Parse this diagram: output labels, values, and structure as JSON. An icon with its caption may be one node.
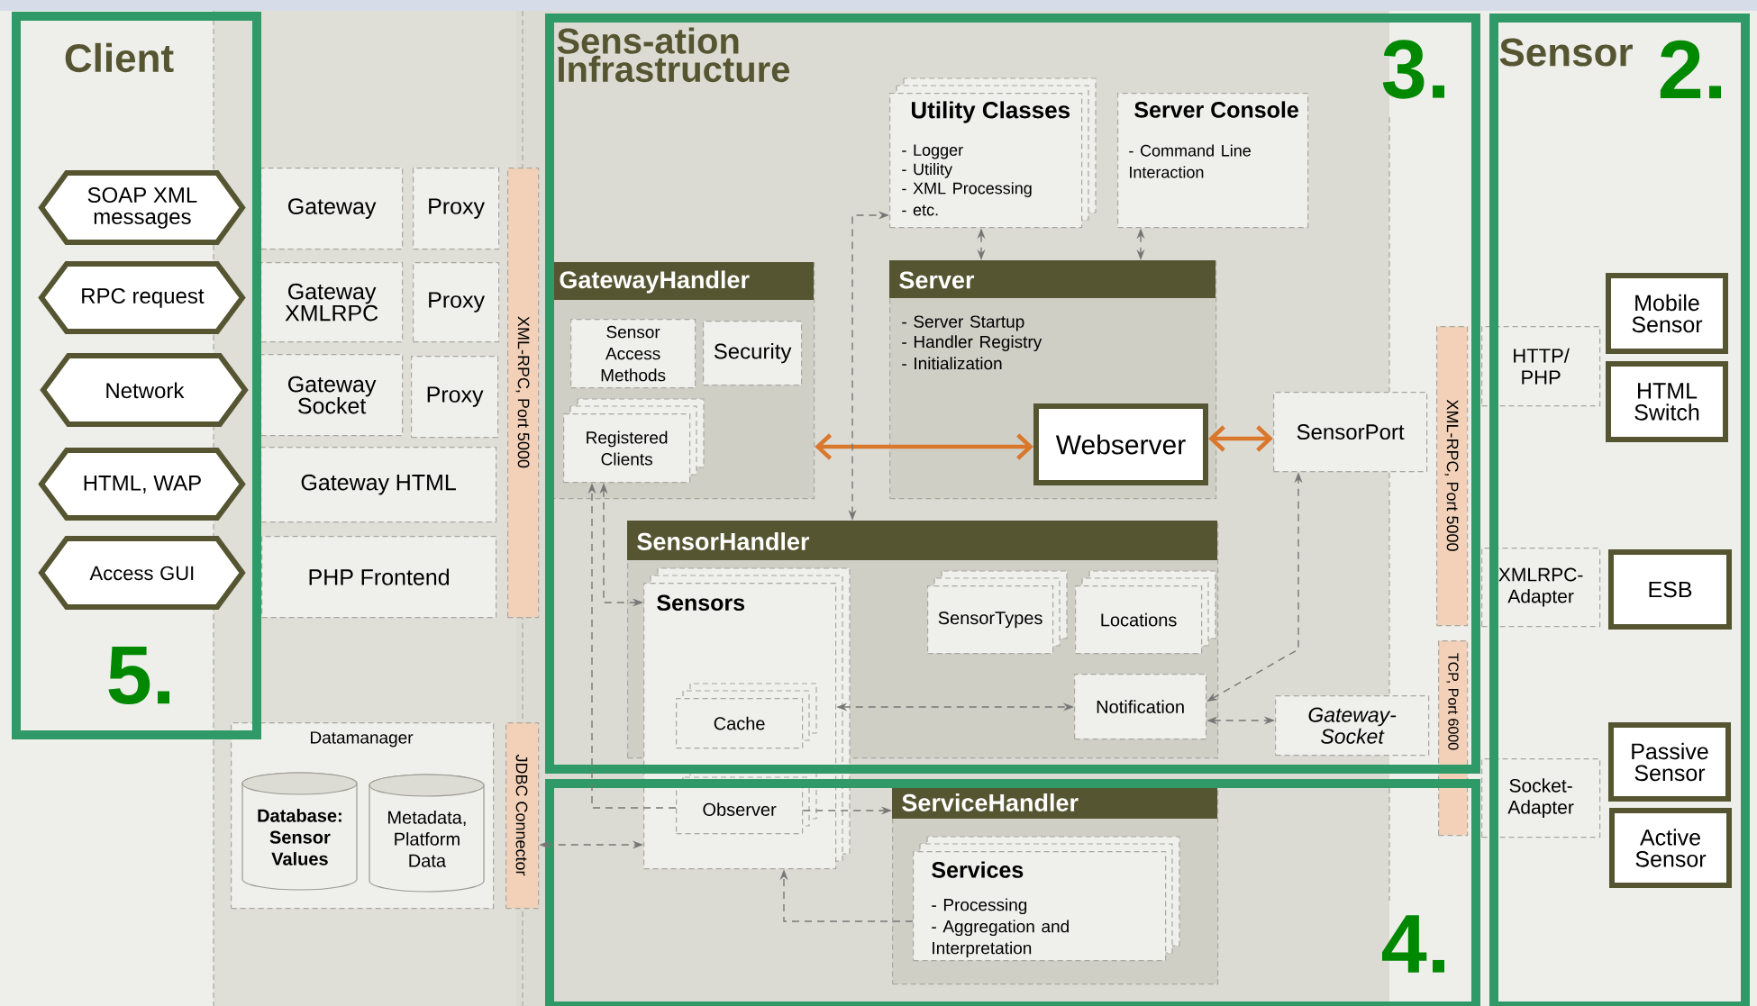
{
  "diagram": {
    "nodes": [
      {
        "text": [
          "Client",
          "5."
        ]
      },
      {
        "text": [
          "SOAP XML messages"
        ],
        "in": 0
      },
      {
        "text": [
          "RPC request"
        ],
        "in": 0
      },
      {
        "text": [
          "Network"
        ],
        "in": 0
      },
      {
        "text": [
          "HTML, WAP"
        ],
        "in": 0
      },
      {
        "text": [
          "Access GUI"
        ],
        "in": 0
      },
      {
        "text": [
          "Gateway"
        ]
      },
      {
        "text": [
          "Proxy"
        ]
      },
      {
        "text": [
          "Gateway XMLRPC"
        ]
      },
      {
        "text": [
          "Proxy"
        ]
      },
      {
        "text": [
          "Gateway Socket"
        ]
      },
      {
        "text": [
          "Proxy"
        ]
      },
      {
        "text": [
          "Gateway HTML"
        ]
      },
      {
        "text": [
          "PHP Frontend"
        ]
      },
      {
        "text": [
          "XML-RPC, Port 5000"
        ]
      },
      {
        "text": [
          "Datamanager"
        ]
      },
      {
        "text": [
          "Database: Sensor Values"
        ],
        "in": 15
      },
      {
        "text": [
          "Metadata, Platform Data"
        ],
        "in": 15
      },
      {
        "text": [
          "JDBC Connector"
        ]
      },
      {
        "text": [
          "Sens-ation Infrastructure",
          "3."
        ]
      },
      {
        "text": [
          "Utility Classes",
          "- Logger",
          "- Utility",
          "- XML Processing",
          "- etc."
        ],
        "in": 19
      },
      {
        "text": [
          "Server Console",
          "- Command Line Interaction"
        ],
        "in": 19
      },
      {
        "text": [
          "GatewayHandler"
        ],
        "in": 19
      },
      {
        "text": [
          "Sensor Access Methods"
        ],
        "in": 22
      },
      {
        "text": [
          "Security"
        ],
        "in": 22
      },
      {
        "text": [
          "Registered Clients"
        ],
        "in": 22
      },
      {
        "text": [
          "Server",
          "- Server Startup",
          "- Handler Registry",
          "- Initialization"
        ],
        "in": 19
      },
      {
        "text": [
          "Webserver"
        ],
        "in": 26
      },
      {
        "text": [
          "SensorPort"
        ],
        "in": 19
      },
      {
        "text": [
          "SensorHandler"
        ],
        "in": 19
      },
      {
        "text": [
          "Sensors"
        ]
      },
      {
        "text": [
          "Cache"
        ]
      },
      {
        "text": [
          "Observer"
        ],
        "in": 30
      },
      {
        "text": [
          "SensorTypes"
        ],
        "in": 29
      },
      {
        "text": [
          "Locations"
        ],
        "in": 29
      },
      {
        "text": [
          "Notification"
        ],
        "in": 29
      },
      {
        "text": [
          "Gateway-Socket"
        ],
        "in": 19
      },
      {
        "text": [
          "XML-RPC, Port 5000"
        ],
        "in": 19
      },
      {
        "text": [
          "TCP, Port 6000"
        ]
      },
      {
        "text": [
          "4."
        ]
      },
      {
        "text": [
          "ServiceHandler"
        ],
        "in": 39
      },
      {
        "text": [
          "Services",
          "- Processing",
          "- Aggregation and Interpretation"
        ],
        "in": 40
      },
      {
        "text": [
          "Sensor",
          "2."
        ]
      },
      {
        "text": [
          "HTTP/ PHP"
        ]
      },
      {
        "text": [
          "Mobile Sensor"
        ],
        "in": 42
      },
      {
        "text": [
          "HTML Switch"
        ],
        "in": 42
      },
      {
        "text": [
          "XMLRPC-Adapter"
        ]
      },
      {
        "text": [
          "ESB"
        ],
        "in": 42
      },
      {
        "text": [
          "Socket-Adapter"
        ]
      },
      {
        "text": [
          "Passive Sensor"
        ],
        "in": 42
      },
      {
        "text": [
          "Active Sensor"
        ],
        "in": 42
      }
    ],
    "edges": [
      {
        "from": 22,
        "to": 27,
        "arrow": "both",
        "style": "thick",
        "color": "#d9782d"
      },
      {
        "from": 27,
        "to": 28,
        "arrow": "both",
        "style": "thick",
        "color": "#d9782d"
      },
      {
        "from": 20,
        "to": 26,
        "arrow": "both",
        "style": "dashed"
      },
      {
        "from": 21,
        "to": 26,
        "arrow": "both",
        "style": "dashed"
      },
      {
        "from": 29,
        "to": 20,
        "arrow": "both",
        "style": "dashed"
      },
      {
        "from": 25,
        "to": 30,
        "arrow": "both",
        "style": "dashed"
      },
      {
        "from": 32,
        "to": 25,
        "arrow": "to",
        "style": "dashed"
      },
      {
        "from": 32,
        "to": 40,
        "arrow": "to",
        "style": "dashed"
      },
      {
        "from": 41,
        "to": 30,
        "arrow": "to",
        "style": "dashed"
      },
      {
        "from": 18,
        "to": 30,
        "arrow": "both",
        "style": "dashed"
      },
      {
        "from": 30,
        "to": 35,
        "arrow": "both",
        "style": "dashed"
      },
      {
        "from": 35,
        "to": 36,
        "arrow": "both",
        "style": "dashed"
      },
      {
        "from": 35,
        "to": 28,
        "arrow": "both",
        "style": "dashed"
      }
    ]
  }
}
